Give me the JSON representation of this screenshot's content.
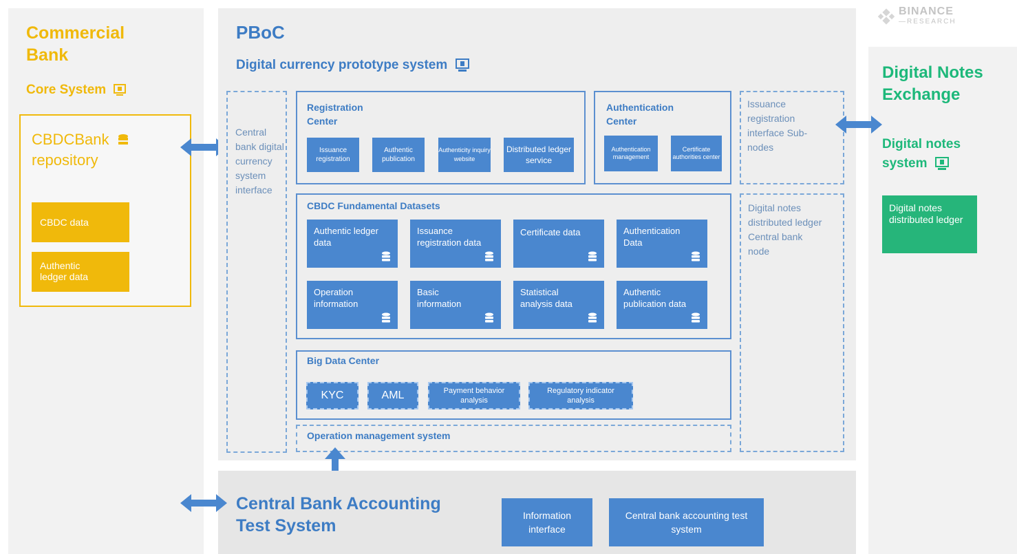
{
  "logo": {
    "name": "BINANCE",
    "sub": "—RESEARCH"
  },
  "commercial_bank": {
    "title_line1": "Commercial",
    "title_line2": "Bank",
    "core_system": "Core System",
    "repository": {
      "title_line1": "CBDCBank",
      "title_line2": "repository",
      "items": [
        "CBDC data",
        "Authentic ledger data"
      ]
    }
  },
  "pboc": {
    "title": "PBoC",
    "subtitle": "Digital currency prototype system",
    "interface_text": "Central bank digital currency system interface",
    "registration_center": {
      "title": "Registration Center",
      "items": [
        "Issuance registration",
        "Authentic publication",
        "Authenticity inquiry website",
        "Distributed ledger service"
      ]
    },
    "authentication_center": {
      "title": "Authentication Center",
      "items": [
        "Authentication management",
        "Certificate authorities center"
      ]
    },
    "issuance_interface": "Issuance registration interface Sub-nodes",
    "datasets": {
      "title": "CBDC Fundamental Datasets",
      "items": [
        "Authentic ledger data",
        "Issuance registration data",
        "Certificate data",
        "Authentication Data",
        "Operation information",
        "Basic information",
        "Statistical analysis data",
        "Authentic publication data"
      ]
    },
    "notes_ledger_text": "Digital notes distributed ledger Central bank node",
    "big_data": {
      "title": "Big Data Center",
      "items": [
        "KYC",
        "AML",
        "Payment behavior analysis",
        "Regulatory indicator analysis"
      ]
    },
    "operation_mgmt": "Operation management system"
  },
  "digital_notes": {
    "title_line1": "Digital Notes",
    "title_line2": "Exchange",
    "system_line1": "Digital notes",
    "system_line2": "system",
    "ledger": "Digital notes distributed ledger"
  },
  "accounting": {
    "title_line1": "Central Bank Accounting",
    "title_line2": "Test System",
    "items": [
      "Information interface",
      "Central bank accounting test system"
    ]
  },
  "colors": {
    "yellow": "#f0b90b",
    "blue": "#4a87cf",
    "green": "#26b57a",
    "title_blue": "#3d7cc4"
  }
}
